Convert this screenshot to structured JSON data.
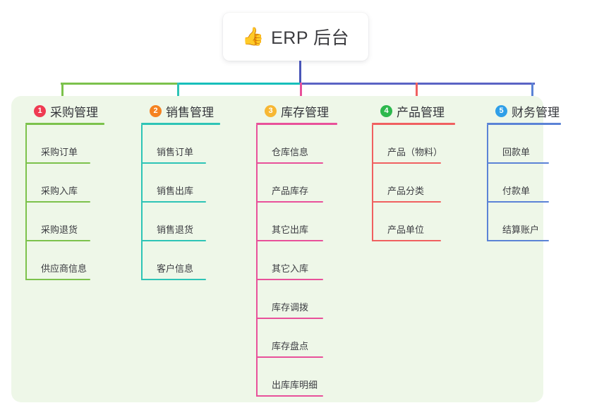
{
  "root": {
    "icon": "thumbs-up-icon",
    "icon_glyph": "👍",
    "title": "ERP 后台"
  },
  "palette": {
    "panel_bg": "#eef7e8",
    "root_stem": "#4a56b8",
    "bar_green": "#7cc24c",
    "bar_teal": "#17bfbb",
    "bar_blue": "#5b63c4",
    "col1": "#7cc24c",
    "col2": "#2ec4b6",
    "col3": "#e8519a",
    "col4": "#f06060",
    "col5": "#5b83d6",
    "badge1": "#ef3b52",
    "badge2": "#f58220",
    "badge3": "#f7b733",
    "badge4": "#2db84d",
    "badge5": "#2f9fe8"
  },
  "columns": [
    {
      "index": "1",
      "title": "采购管理",
      "badge_color": "#ef3b52",
      "line_color": "#7cc24c",
      "items": [
        {
          "label": "采购订单"
        },
        {
          "label": "采购入库"
        },
        {
          "label": "采购退货"
        },
        {
          "label": "供应商信息"
        }
      ]
    },
    {
      "index": "2",
      "title": "销售管理",
      "badge_color": "#f58220",
      "line_color": "#2ec4b6",
      "items": [
        {
          "label": "销售订单"
        },
        {
          "label": "销售出库"
        },
        {
          "label": "销售退货"
        },
        {
          "label": "客户信息"
        }
      ]
    },
    {
      "index": "3",
      "title": "库存管理",
      "badge_color": "#f7b733",
      "line_color": "#e8519a",
      "items": [
        {
          "label": "仓库信息"
        },
        {
          "label": "产品库存"
        },
        {
          "label": "其它出库"
        },
        {
          "label": "其它入库"
        },
        {
          "label": "库存调拨"
        },
        {
          "label": "库存盘点"
        },
        {
          "label": "出库库明细"
        }
      ]
    },
    {
      "index": "4",
      "title": "产品管理",
      "badge_color": "#2db84d",
      "line_color": "#f06060",
      "items": [
        {
          "label": "产品（物料）"
        },
        {
          "label": "产品分类"
        },
        {
          "label": "产品单位"
        }
      ]
    },
    {
      "index": "5",
      "title": "财务管理",
      "badge_color": "#2f9fe8",
      "line_color": "#5b83d6",
      "items": [
        {
          "label": "回款单"
        },
        {
          "label": "付款单"
        },
        {
          "label": "结算账户"
        }
      ]
    }
  ]
}
